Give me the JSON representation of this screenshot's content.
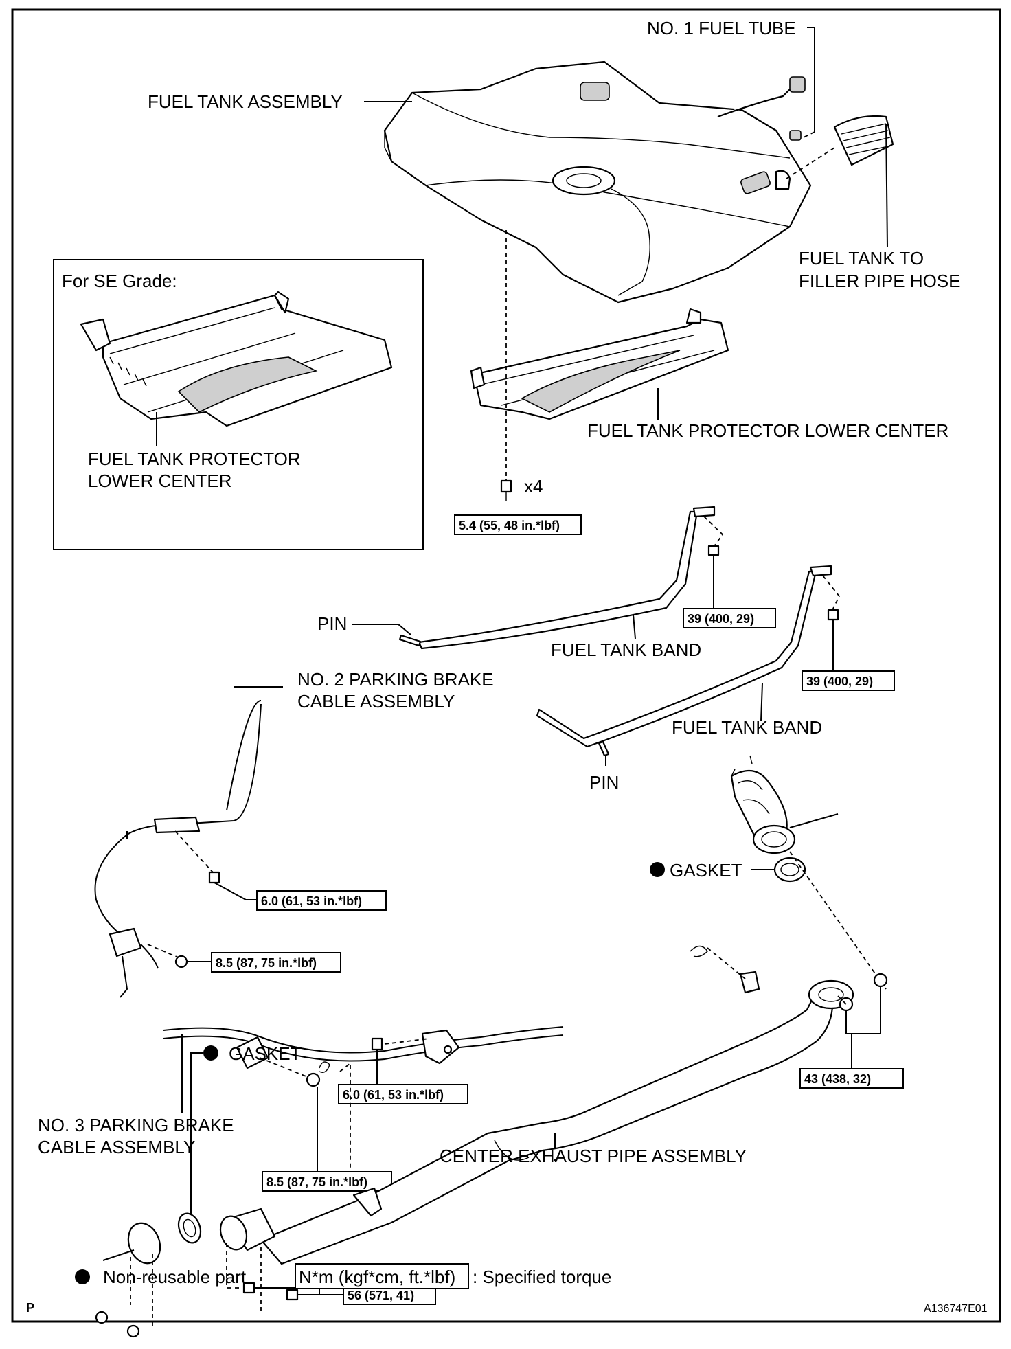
{
  "labels": {
    "no1_fuel_tube": "NO. 1 FUEL TUBE",
    "fuel_tank_assembly": "FUEL TANK ASSEMBLY",
    "filler_hose_1": "FUEL TANK TO",
    "filler_hose_2": "FILLER PIPE HOSE",
    "se_grade": "For SE Grade:",
    "protector_inset_1": "FUEL TANK PROTECTOR",
    "protector_inset_2": "LOWER CENTER",
    "protector_main": "FUEL TANK PROTECTOR LOWER CENTER",
    "x4": "x4",
    "pin_1": "PIN",
    "pin_2": "PIN",
    "fuel_tank_band_1": "FUEL TANK BAND",
    "fuel_tank_band_2": "FUEL TANK BAND",
    "no2_cable_1": "NO. 2 PARKING BRAKE",
    "no2_cable_2": "CABLE ASSEMBLY",
    "no3_cable_1": "NO. 3 PARKING BRAKE",
    "no3_cable_2": "CABLE ASSEMBLY",
    "gasket_1": "GASKET",
    "gasket_2": "GASKET",
    "center_exhaust": "CENTER EXHAUST PIPE ASSEMBLY"
  },
  "torques": {
    "t_protector": "5.4 (55, 48 in.*lbf)",
    "t_band_1": "39 (400, 29)",
    "t_band_2": "39 (400, 29)",
    "t_no2_bolt": "6.0 (61, 53 in.*lbf)",
    "t_no2_nut": "8.5 (87, 75 in.*lbf)",
    "t_no3_bolt": "6.0 (61, 53 in.*lbf)",
    "t_no3_nut": "8.5 (87, 75 in.*lbf)",
    "t_exhaust_front": "43 (438, 32)",
    "t_exhaust_rear": "56 (571, 41)"
  },
  "legend": {
    "non_reusable": "Non-reusable part",
    "torque_unit": "N*m (kgf*cm, ft.*lbf)",
    "specified_torque": ": Specified torque"
  },
  "footer": {
    "left": "P",
    "right": "A136747E01"
  }
}
